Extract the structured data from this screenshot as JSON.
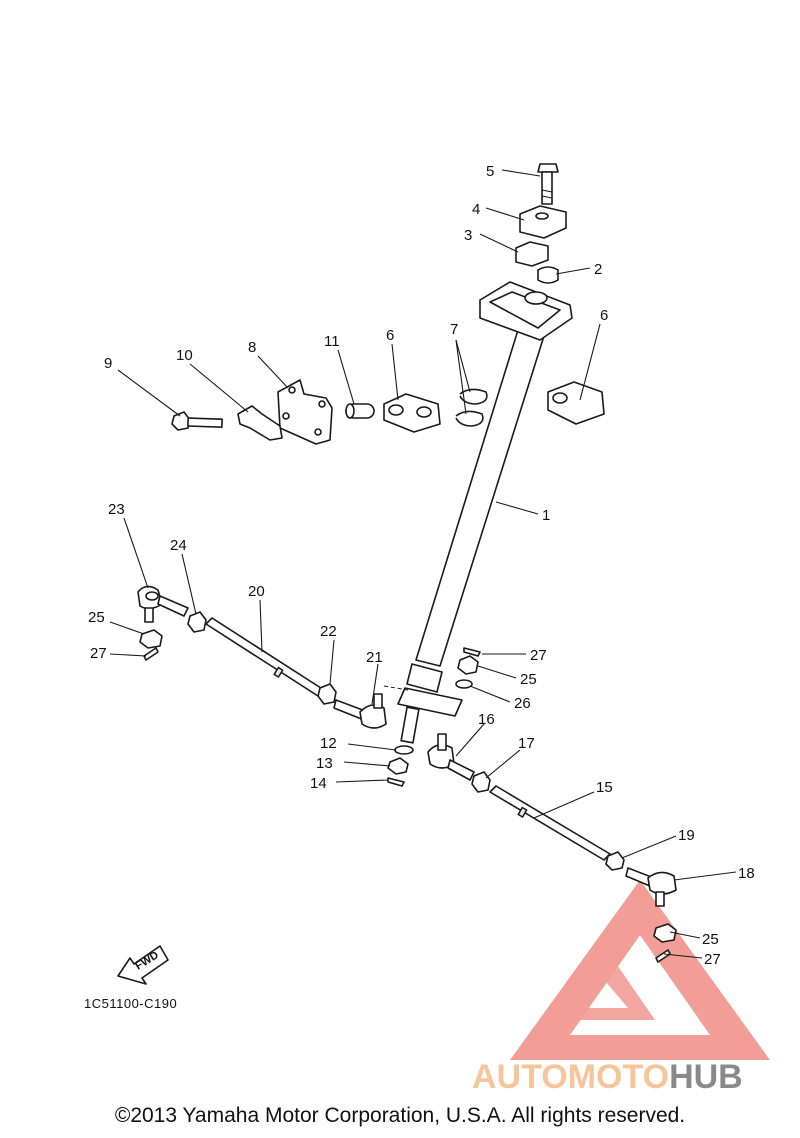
{
  "diagram": {
    "reference_code": "1C51100-C190",
    "copyright": "©2013 Yamaha Motor Corporation, U.S.A. All rights reserved.",
    "fwd_label": "FWD",
    "watermark": {
      "part1": "AUTOMOTO",
      "part2": "HUB",
      "color1": "#f7c59a",
      "color2": "#8a8a8a",
      "triangle_color": "#f08c84"
    },
    "callouts": [
      "1",
      "2",
      "3",
      "4",
      "5",
      "6",
      "6",
      "7",
      "8",
      "9",
      "10",
      "11",
      "12",
      "13",
      "14",
      "15",
      "16",
      "17",
      "18",
      "19",
      "20",
      "21",
      "22",
      "23",
      "24",
      "25",
      "25",
      "25",
      "26",
      "27",
      "27",
      "27"
    ]
  }
}
